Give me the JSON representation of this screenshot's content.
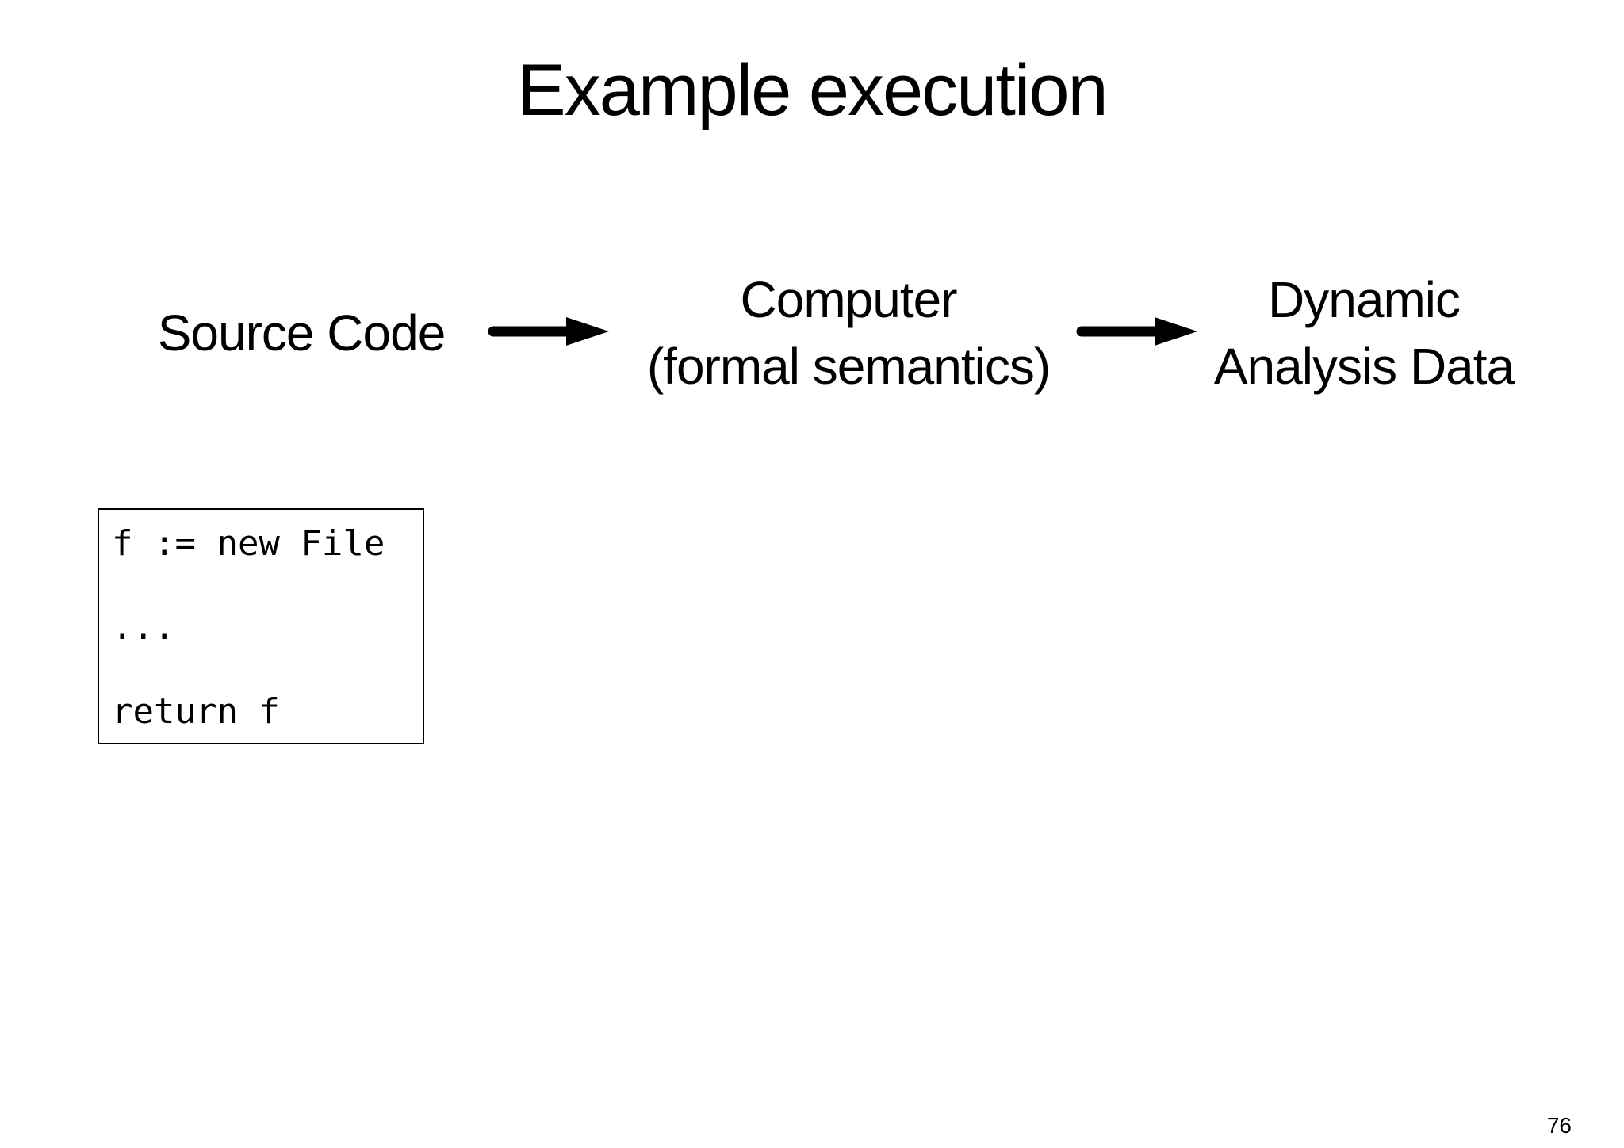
{
  "slide": {
    "title": "Example execution",
    "page_number": "76"
  },
  "pipeline": {
    "source": {
      "lines": [
        "Source Code"
      ]
    },
    "computer": {
      "lines": [
        "Computer",
        "(formal semantics)"
      ]
    },
    "output": {
      "lines": [
        "Dynamic",
        "Analysis Data"
      ]
    },
    "arrow_color": "#000000"
  },
  "code": {
    "lines": [
      "f := new File",
      "...",
      "return f"
    ]
  }
}
